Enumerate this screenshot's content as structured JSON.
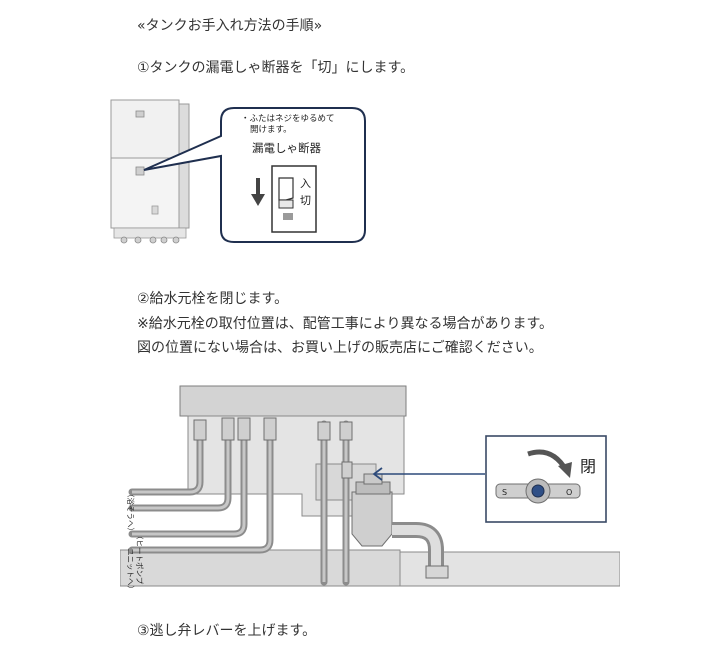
{
  "heading": "«タンクお手入れ方法の手順»",
  "step1": "①タンクの漏電しゃ断器を「切」にします。",
  "fig1": {
    "callout_note_line1": "・ふたはネジをゆるめて",
    "callout_note_line2": "開けます。",
    "breaker_label": "漏電しゃ断器",
    "switch_on": "入",
    "switch_off": "切"
  },
  "step2": {
    "line1": "②給水元栓を閉じます。",
    "line2": "※給水元栓の取付位置は、配管工事により異なる場合があります。",
    "line3": "図の位置にない場合は、お買い上げの販売店にご確認ください。"
  },
  "fig2": {
    "pipe_label_bath": "（浴そうへ）",
    "pipe_label_heatpump_1": "（ヒートポンプ",
    "pipe_label_heatpump_2": "ユニットへ）",
    "valve_close_label": "閉",
    "valve_s": "S",
    "valve_o": "O"
  },
  "step3": "③逃し弁レバーを上げます。",
  "colors": {
    "callout_border": "#1f2f4f",
    "panel_border": "#3a4a66",
    "arrow": "#2d4a7a"
  }
}
